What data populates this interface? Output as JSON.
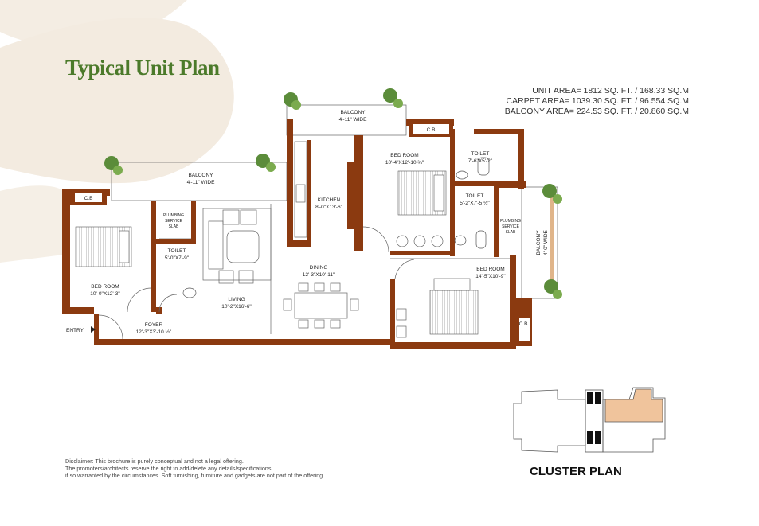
{
  "title": "Typical Unit Plan",
  "areas": {
    "unit": "UNIT AREA= 1812 SQ. FT. / 168.33 SQ.M",
    "carpet": "CARPET AREA= 1039.30 SQ. FT. / 96.554 SQ.M",
    "balcony": "BALCONY AREA= 224.53 SQ. FT. / 20.860 SQ.M"
  },
  "rooms": {
    "balcony_top": {
      "name": "BALCONY",
      "size": "4'-11\" WIDE"
    },
    "balcony_left": {
      "name": "BALCONY",
      "size": "4'-11\" WIDE"
    },
    "balcony_right": {
      "name": "BALCONY",
      "size": "4'-0\" WIDE"
    },
    "cb_top": "C.B",
    "cb_left": "C.B",
    "cb_right": "C.B",
    "bed_top": {
      "name": "BED ROOM",
      "size": "10'-4\"X12'-10 ⅔\""
    },
    "bed_left": {
      "name": "BED ROOM",
      "size": "10'-0\"X12'-3\""
    },
    "bed_right": {
      "name": "BED ROOM",
      "size": "14'-5\"X10'-9\""
    },
    "toilet_top": {
      "name": "TOILET",
      "size": "7'-6\"X5'-2\""
    },
    "toilet_mid": {
      "name": "TOILET",
      "size": "5'-2\"X7'-5 ½\""
    },
    "toilet_left": {
      "name": "TOILET",
      "size": "5'-0\"X7'-9\""
    },
    "kitchen": {
      "name": "KITCHEN",
      "size": "8'-0\"X13'-6\""
    },
    "dining": {
      "name": "DINING",
      "size": "12'-3\"X10'-11\""
    },
    "living": {
      "name": "LIVING",
      "size": "10'-2\"X16'-6\""
    },
    "foyer": {
      "name": "FOYER",
      "size": "12'-3\"X3'-10 ½\""
    },
    "plumbing_left": [
      "PLUMBING",
      "SERVICE",
      "SLAB"
    ],
    "plumbing_right": [
      "PLUMBING",
      "SERVICE",
      "SLAB"
    ],
    "entry": "ENTRY"
  },
  "disclaimer": [
    "Disclaimer: This brochure is purely conceptual and not a legal offering.",
    "The promoters/architects reserve the right to add/delete any details/specifications",
    "if so warranted by the circumstances. Soft furnishing, furniture and gadgets are not part of the offering."
  ],
  "cluster_label": "CLUSTER PLAN",
  "colors": {
    "title": "#4b7a2a",
    "wall": "#8b3a10",
    "highlight": "#f0c49c",
    "swirl": "#f3ece2"
  }
}
